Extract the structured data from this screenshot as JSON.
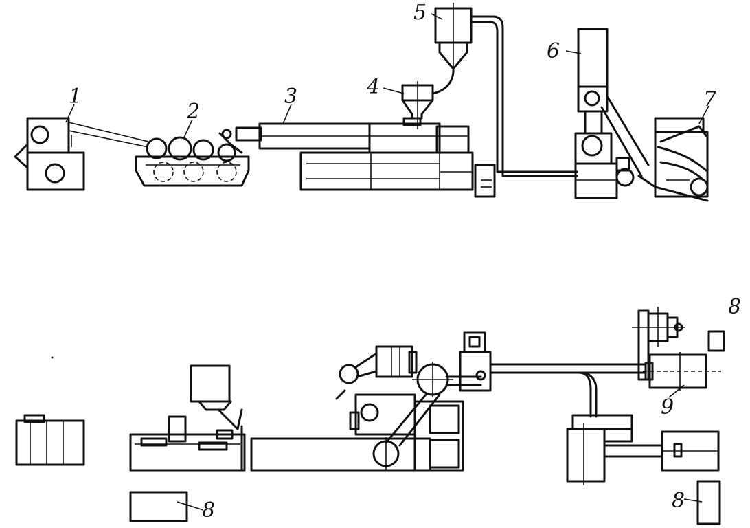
{
  "labels": {
    "l1": "1",
    "l2": "2",
    "l3": "3",
    "l4": "4",
    "l5": "5",
    "l6": "6",
    "l7": "7",
    "l8a": "8",
    "l8b": "8",
    "l8c": "8",
    "l9": "9"
  }
}
